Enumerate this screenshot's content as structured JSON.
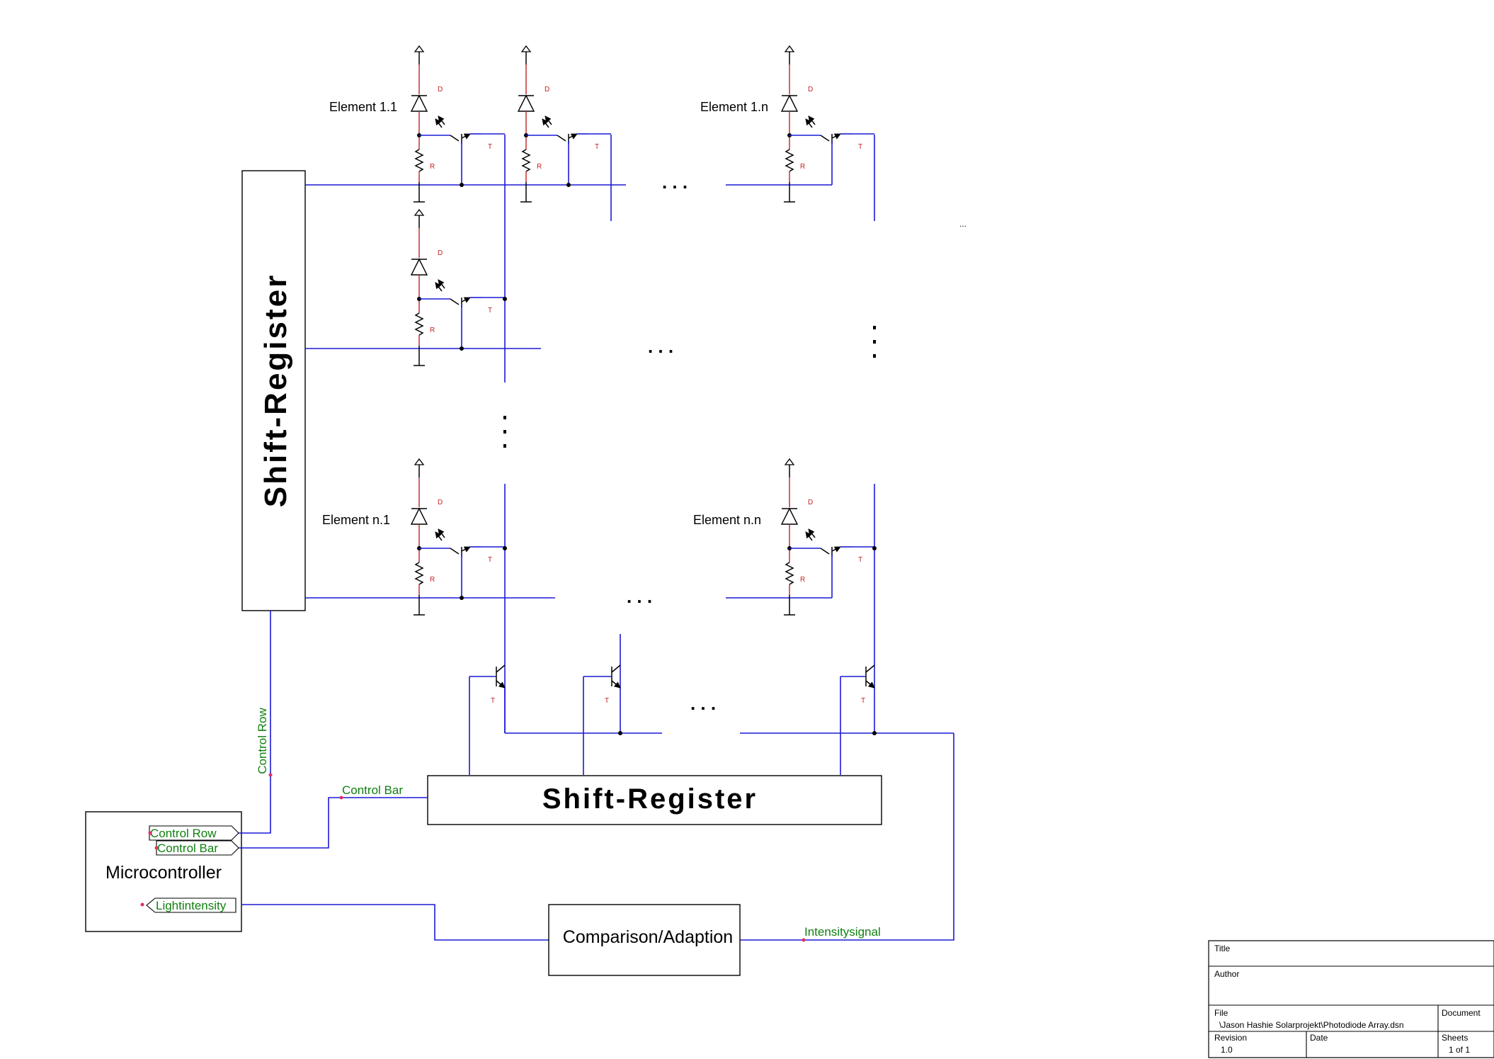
{
  "blocks": {
    "row_shift_register": "Shift-Register",
    "bar_shift_register": "Shift-Register",
    "microcontroller": "Microcontroller",
    "comparison": "Comparison/Adaption"
  },
  "elements": {
    "e11": "Element 1.1",
    "e1n": "Element 1.n",
    "en1": "Element n.1",
    "enn": "Element n.n"
  },
  "component_labels": {
    "diode": "D",
    "resistor": "R",
    "transistor": "T"
  },
  "signals": {
    "control_row": "Control Row",
    "control_bar": "Control Bar",
    "lightintensity": "Lightintensity",
    "intensitysignal": "Intensitysignal"
  },
  "ports": {
    "control_row": "Control Row",
    "control_bar": "Control Bar",
    "lightintensity": "Lightintensity"
  },
  "ellipsis": {
    "horizontal": ". . .",
    "vertical": ":",
    "small": "..."
  },
  "title_block": {
    "title_label": "Title",
    "author_label": "Author",
    "file_label": "File",
    "file_value": "\\Jason Hashie Solarprojekt\\Photodiode Array.dsn",
    "document_label": "Document",
    "revision_label": "Revision",
    "revision_value": "1.0",
    "date_label": "Date",
    "sheets_label": "Sheets",
    "sheets_value": "1 of 1"
  },
  "colors": {
    "wire": "#1a1ad6",
    "part": "#000000",
    "ref_label": "#c42020",
    "net_label": "#108010",
    "pin": "#e0306a"
  }
}
